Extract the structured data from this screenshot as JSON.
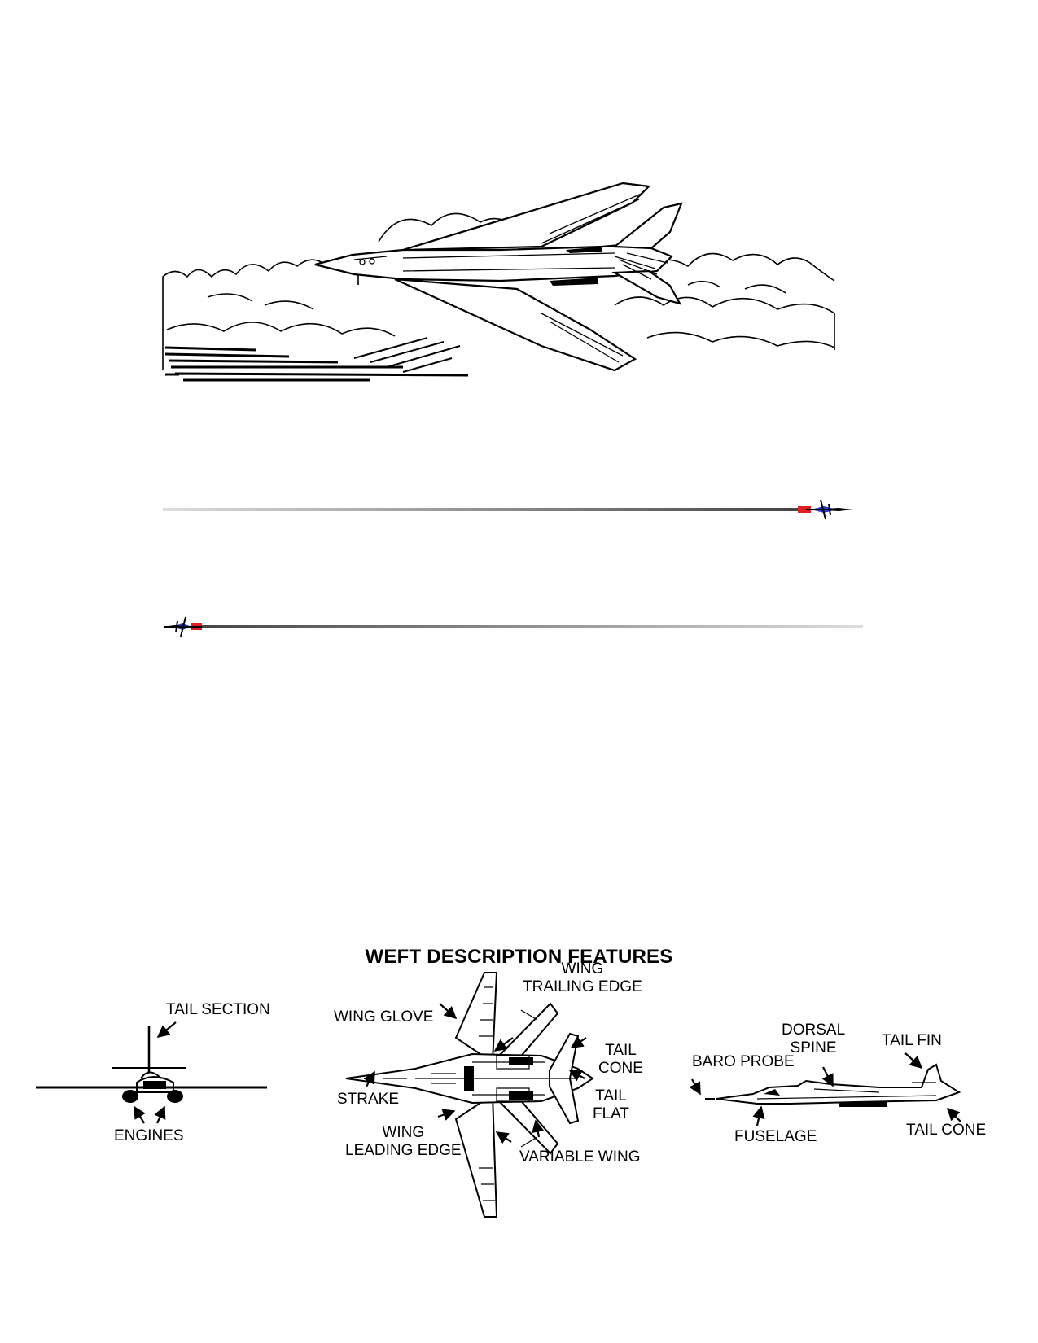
{
  "colors": {
    "ink": "#000000",
    "flare_red": "#e02020",
    "flare_blue": "#1c3ad0",
    "trail_light": "#cccccc",
    "trail_dark": "#555555"
  },
  "hero": {
    "icon": "bomber-over-clouds-illustration"
  },
  "dividers": [
    {
      "icon": "jet-flying-right-divider"
    },
    {
      "icon": "jet-flying-left-divider"
    }
  ],
  "features": {
    "title": "WEFT DESCRIPTION FEATURES",
    "front_view": {
      "tail_section": "TAIL SECTION",
      "engines": "ENGINES"
    },
    "top_view": {
      "wing_trailing_edge": [
        "WING",
        "TRAILING EDGE"
      ],
      "wing_glove": "WING GLOVE",
      "tail_cone": [
        "TAIL",
        "CONE"
      ],
      "tail_flat": [
        "TAIL",
        "FLAT"
      ],
      "strake": "STRAKE",
      "wing_leading_edge": [
        "WING",
        "LEADING EDGE"
      ],
      "variable_wing": "VARIABLE WING"
    },
    "side_view": {
      "dorsal_spine": [
        "DORSAL",
        "SPINE"
      ],
      "tail_fin": "TAIL FIN",
      "baro_probe": "BARO PROBE",
      "fuselage": "FUSELAGE",
      "tail_cone": "TAIL CONE"
    }
  }
}
